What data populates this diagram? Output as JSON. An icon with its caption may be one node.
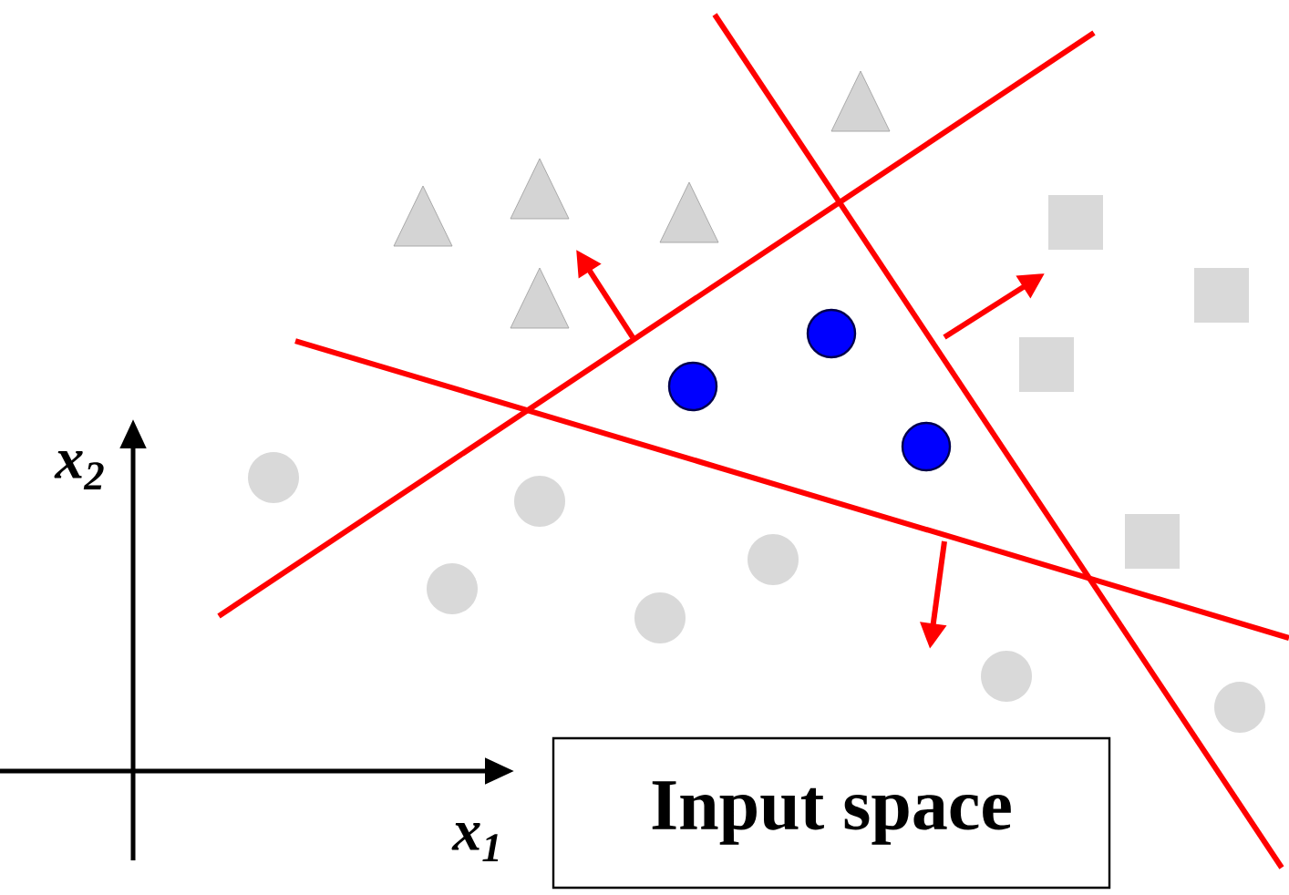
{
  "diagram": {
    "nodes": [
      {
        "text": [
          "Input space"
        ]
      }
    ],
    "labels": [
      "x$_{2}$",
      "x$_{1}$"
    ]
  }
}
